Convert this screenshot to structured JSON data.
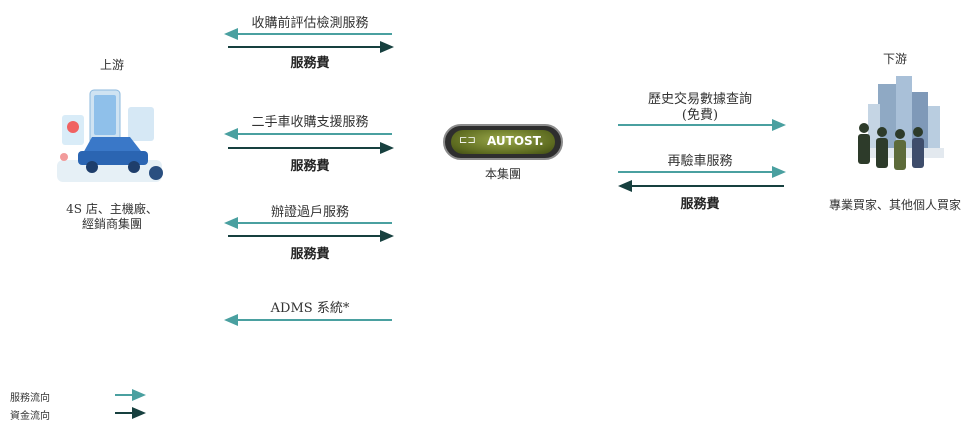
{
  "upstream": {
    "title": "上游",
    "name_line1": "4S 店、主機廠、",
    "name_line2": "經銷商集團"
  },
  "downstream": {
    "title": "下游",
    "name": "專業買家、其他個人買家"
  },
  "center": {
    "logo_text": "AUTOST.",
    "name": "本集團"
  },
  "left_flows": [
    {
      "service": "收購前評估檢測服務",
      "fee": "服務費"
    },
    {
      "service": "二手車收購支援服務",
      "fee": "服務費"
    },
    {
      "service": "辦證過戶服務",
      "fee": "服務費"
    },
    {
      "service": "ADMS 系統*"
    }
  ],
  "right_flows": [
    {
      "service_line1": "歷史交易數據查詢",
      "service_line2": "(免費)"
    },
    {
      "service": "再驗車服務",
      "fee": "服務費"
    }
  ],
  "legend": {
    "service_flow": "服務流向",
    "money_flow": "資金流向"
  },
  "colors": {
    "service_arrow": "#4aa0a0",
    "money_arrow": "#17403f",
    "logo_bg": "#6b7a2a"
  }
}
